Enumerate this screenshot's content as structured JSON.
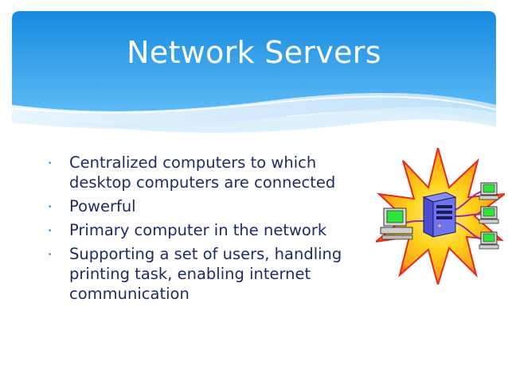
{
  "slide": {
    "title": "Network Servers",
    "bullet_glyph": "•",
    "bullets": [
      "Centralized computers to which desktop computers are connected",
      "Powerful",
      "Primary computer in the network",
      "Supporting a set of users, handling printing task, enabling internet communication"
    ]
  },
  "theme": {
    "header_top": "#1a8fe3",
    "header_bottom": "#4fb3f2",
    "wave_light": "#bfe3fb",
    "text_color": "#1e2b66",
    "star_outer": "#e8281c",
    "star_inner": "#ffd21a"
  },
  "illustration": {
    "name": "network-server-clipart",
    "icons": [
      "server-tower-icon",
      "desktop-computer-icon",
      "workstation-icon"
    ]
  }
}
